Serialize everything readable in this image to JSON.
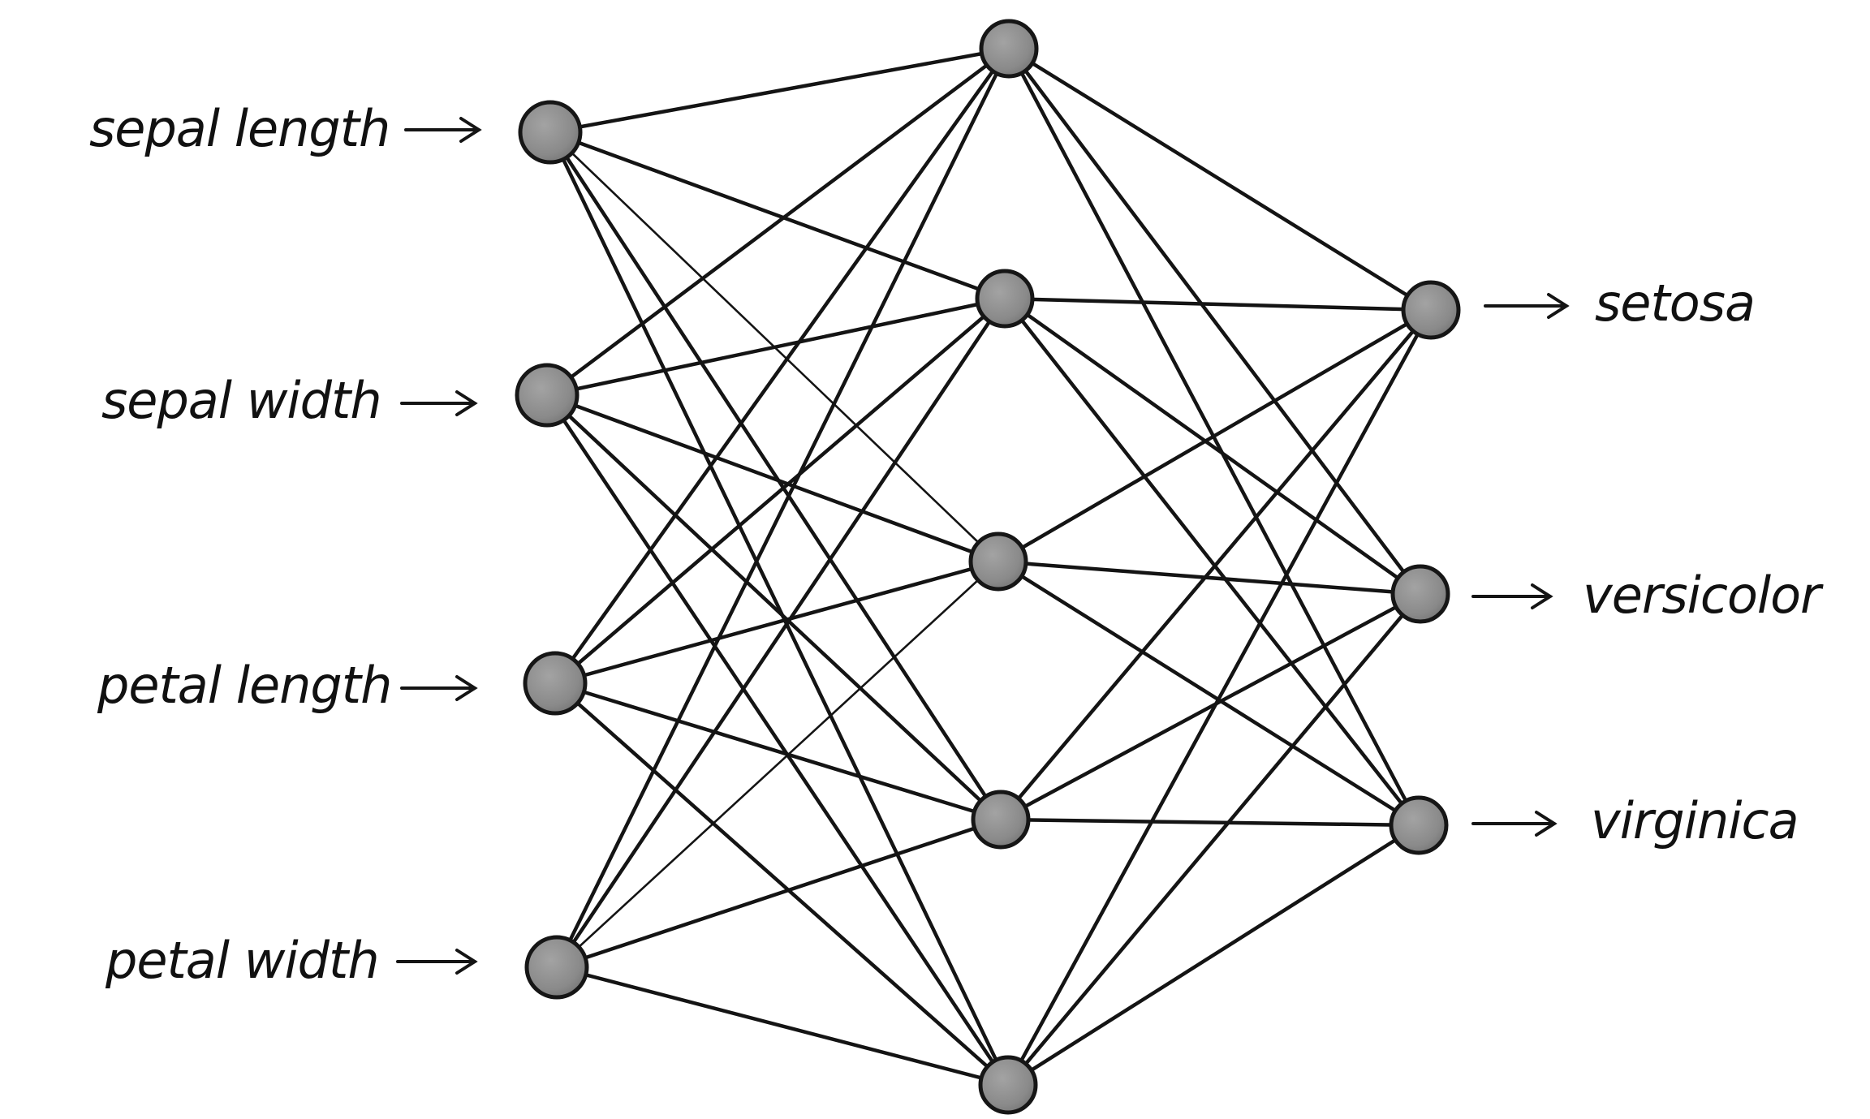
{
  "network": {
    "inputs": [
      {
        "id": "i0",
        "label": "sepal length"
      },
      {
        "id": "i1",
        "label": "sepal width"
      },
      {
        "id": "i2",
        "label": "petal length"
      },
      {
        "id": "i3",
        "label": "petal width"
      }
    ],
    "hidden": [
      {
        "id": "h0"
      },
      {
        "id": "h1"
      },
      {
        "id": "h2"
      },
      {
        "id": "h3"
      },
      {
        "id": "h4"
      }
    ],
    "outputs": [
      {
        "id": "o0",
        "label": "setosa"
      },
      {
        "id": "o1",
        "label": "versicolor"
      },
      {
        "id": "o2",
        "label": "virginica"
      }
    ]
  },
  "colors": {
    "node_fill": "#8a8a8a",
    "node_stroke": "#161616",
    "edge": "#141414",
    "text": "#111111",
    "background": "#ffffff"
  }
}
